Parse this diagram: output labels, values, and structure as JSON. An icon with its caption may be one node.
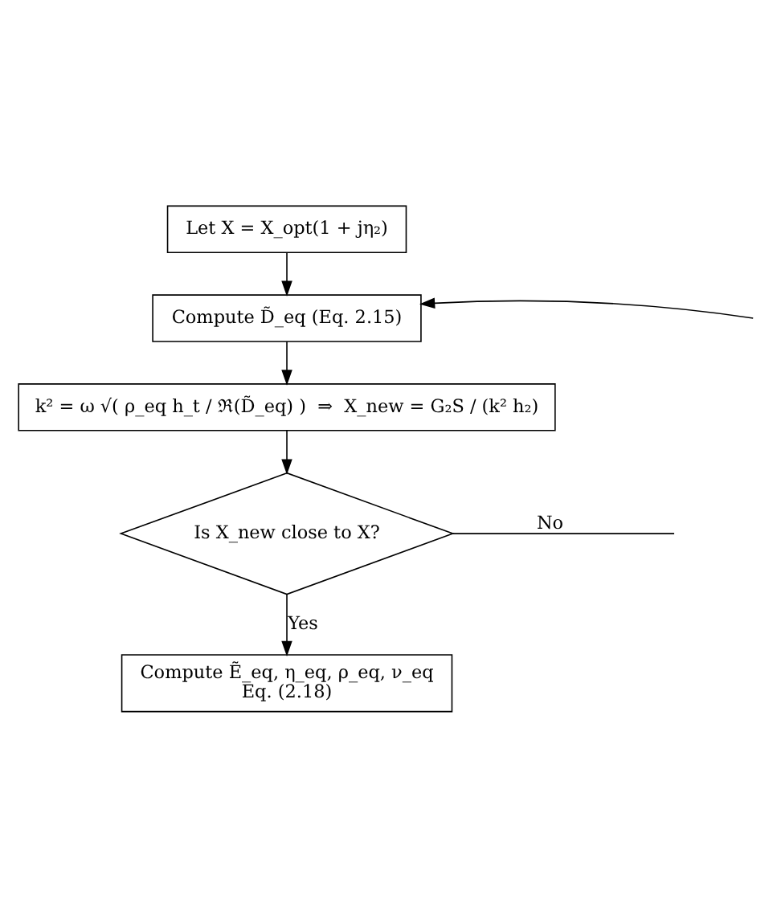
{
  "diagram": {
    "nodes": [
      {
        "text": [
          "Let X = X_opt(1 + jη₂)"
        ]
      },
      {
        "text": [
          "Compute D̃_eq (Eq. 2.15)"
        ]
      },
      {
        "text": [
          "k² = ω √( ρ_eq h_t / ℜ(D̃_eq) )  ⇒  X_new = G₂S / (k² h₂)"
        ]
      },
      {
        "text": [
          "Is X_new close to X?"
        ]
      },
      {
        "text": [
          "Compute Ẽ_eq, η_eq, ρ_eq, ν_eq",
          "Eq. (2.18)"
        ]
      }
    ],
    "edges": [
      {
        "from": 0,
        "to": 1,
        "arrow": "to"
      },
      {
        "from": 1,
        "to": 2,
        "arrow": "to"
      },
      {
        "from": 2,
        "to": 3,
        "arrow": "to"
      },
      {
        "from": 3,
        "to": 4,
        "arrow": "to",
        "label": "Yes"
      },
      {
        "from": 3,
        "to": null,
        "arrow": "none",
        "label": "No"
      },
      {
        "from": null,
        "to": 1,
        "arrow": "to"
      }
    ]
  }
}
